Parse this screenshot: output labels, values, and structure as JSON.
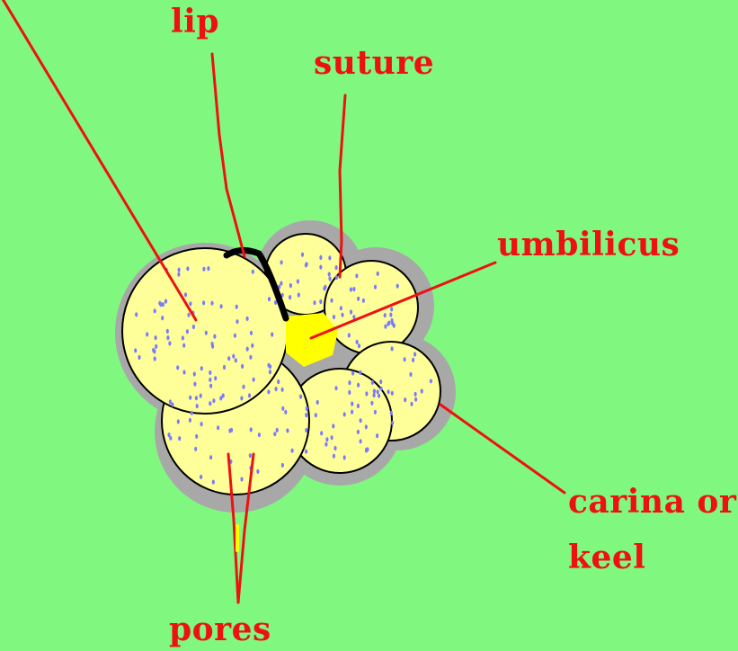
{
  "labels": {
    "lip": "lip",
    "suture": "suture",
    "umbilicus": "umbilicus",
    "carina_line1": "carina or",
    "carina_line2": "keel",
    "pores": "pores"
  },
  "colors": {
    "background": "#80f880",
    "chamber_fill": "#ffff99",
    "umbilicus_fill": "#ffff00",
    "pore_dots": "#7a7aff",
    "keel_halo": "#a8a8a8",
    "label_text": "#ee1111",
    "leader_lines": "#ee1111",
    "lip_stroke": "#000000"
  }
}
